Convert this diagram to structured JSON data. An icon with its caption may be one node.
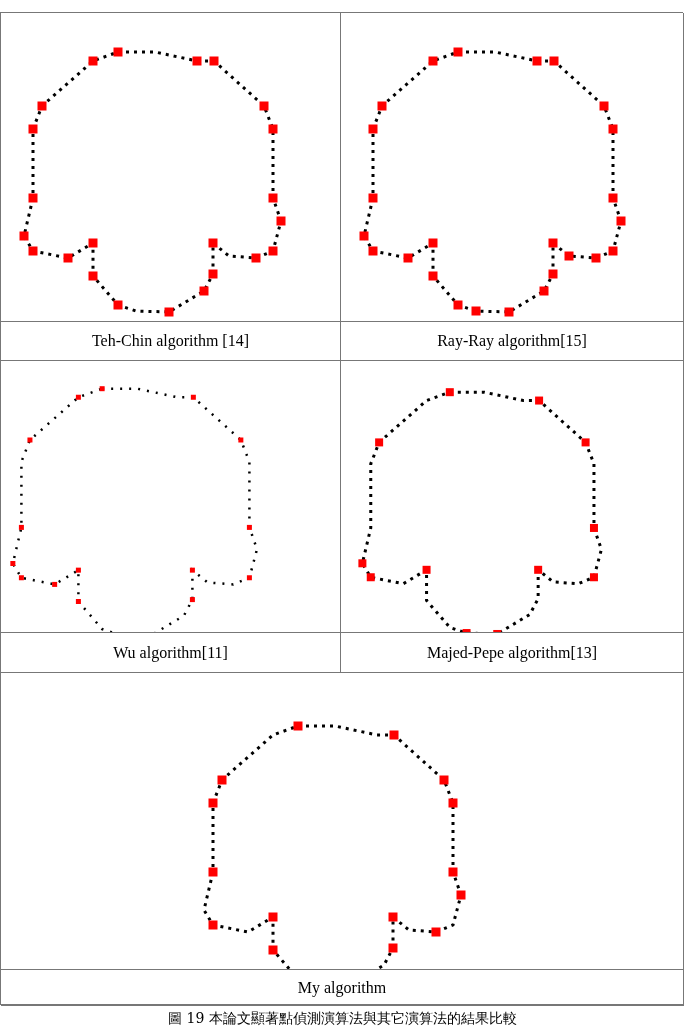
{
  "diagram": {
    "caption": "圖 19 本論文顯著點偵測演算法與其它演算法的結果比較",
    "labels": [
      "Teh-Chin algorithm [14]",
      "Ray-Ray algorithm[15]",
      "Wu algorithm[11]",
      "Majed-Pepe algorithm[13]",
      "My algorithm"
    ]
  }
}
